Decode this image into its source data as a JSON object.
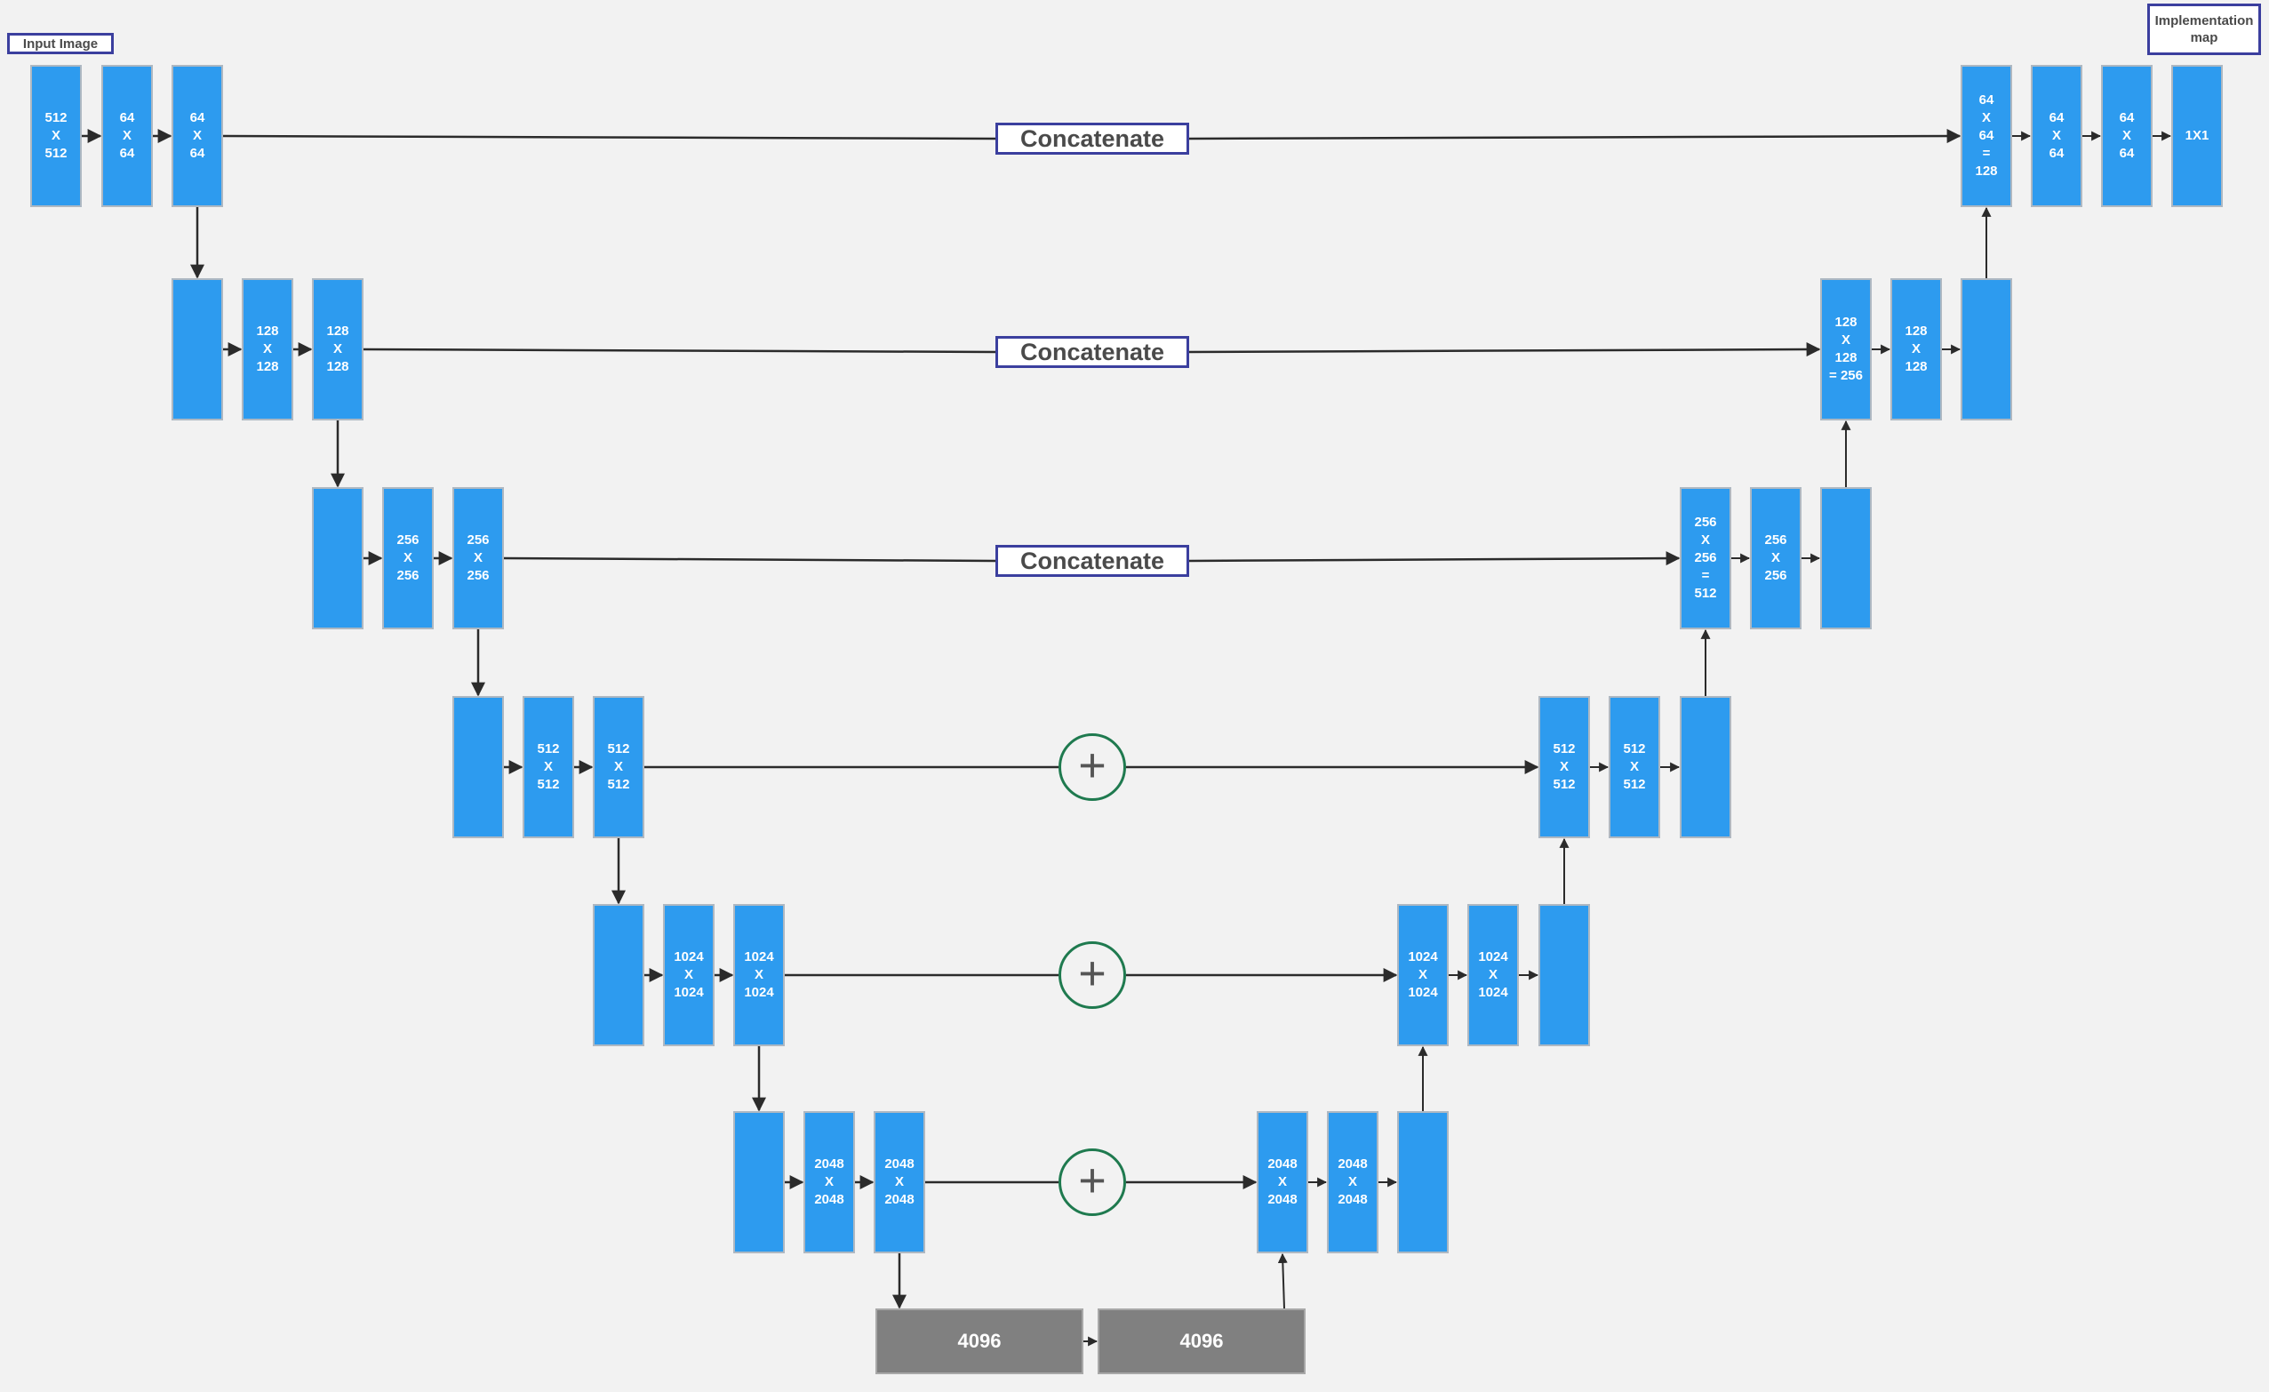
{
  "labels": {
    "input": "Input Image",
    "output": "Implementation map",
    "concatenate": "Concatenate",
    "plus": "+"
  },
  "colors": {
    "block": "#2d9bef",
    "bottleneck": "#808080",
    "tag_border": "#3b3f9e",
    "adder_border": "#1f7a4f",
    "wire": "#2b2b2b"
  },
  "encoder": [
    {
      "blocks": [
        [
          "512",
          "X",
          "512"
        ],
        [
          "64",
          "X",
          "64"
        ],
        [
          "64",
          "X",
          "64"
        ]
      ]
    },
    {
      "blocks": [
        [],
        [
          "128",
          "X",
          "128"
        ],
        [
          "128",
          "X",
          "128"
        ]
      ]
    },
    {
      "blocks": [
        [],
        [
          "256",
          "X",
          "256"
        ],
        [
          "256",
          "X",
          "256"
        ]
      ]
    },
    {
      "blocks": [
        [],
        [
          "512",
          "X",
          "512"
        ],
        [
          "512",
          "X",
          "512"
        ]
      ]
    },
    {
      "blocks": [
        [],
        [
          "1024",
          "X",
          "1024"
        ],
        [
          "1024",
          "X",
          "1024"
        ]
      ]
    },
    {
      "blocks": [
        [],
        [
          "2048",
          "X",
          "2048"
        ],
        [
          "2048",
          "X",
          "2048"
        ]
      ]
    }
  ],
  "decoder": [
    {
      "blocks": [
        [
          "64",
          "X",
          "64",
          "=",
          "128"
        ],
        [
          "64",
          "X",
          "64"
        ],
        [
          "64",
          "X",
          "64"
        ],
        [
          "1X1"
        ]
      ]
    },
    {
      "blocks": [
        [
          "128",
          "X",
          "128",
          "= 256"
        ],
        [
          "128",
          "X",
          "128"
        ],
        []
      ]
    },
    {
      "blocks": [
        [
          "256",
          "X",
          "256",
          "=",
          "512"
        ],
        [
          "256",
          "X",
          "256"
        ],
        []
      ]
    },
    {
      "blocks": [
        [
          "512",
          "X",
          "512"
        ],
        [
          "512",
          "X",
          "512"
        ],
        []
      ]
    },
    {
      "blocks": [
        [
          "1024",
          "X",
          "1024"
        ],
        [
          "1024",
          "X",
          "1024"
        ],
        []
      ]
    },
    {
      "blocks": [
        [
          "2048",
          "X",
          "2048"
        ],
        [
          "2048",
          "X",
          "2048"
        ],
        []
      ]
    }
  ],
  "bottleneck": [
    "4096",
    "4096"
  ],
  "skips": [
    "concatenate",
    "concatenate",
    "concatenate",
    "add",
    "add",
    "add"
  ]
}
